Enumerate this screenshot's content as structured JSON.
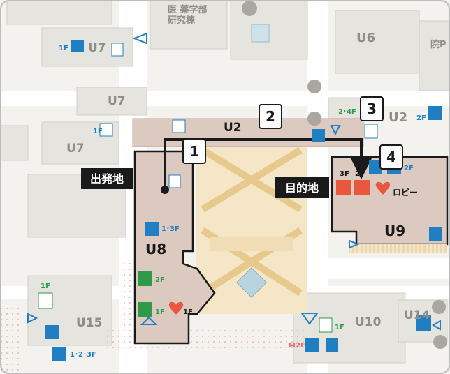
{
  "colors": {
    "ground": "#f3f2ef",
    "building_gray": "#e6e4df",
    "building_gray_edge": "#d2cfc8",
    "highlight_building": "#dcc9c0",
    "highlight_edge": "#1a1a1a",
    "plaza": "#f5e6c7",
    "plaza_stripe": "#e7c98e",
    "accessible_blue": "#1f7fc2",
    "toilet_green": "#2e9a4a",
    "route_black": "#1a1a1a",
    "path_pink": "#e56f6f",
    "frame": "#bcbcbc"
  },
  "labels": {
    "building_top": "医 薬学部",
    "building_top2": "研究棟",
    "u6": "U6",
    "u7a": "U7",
    "u7b": "U7",
    "u7c": "U7",
    "u2a": "U2",
    "u2b": "U2",
    "u8": "U8",
    "u9": "U9",
    "u10": "U10",
    "u14": "U14",
    "u15": "U15",
    "in_label": "院P",
    "start": "出発地",
    "destination": "目的地",
    "lobby": "ロビー"
  },
  "steps": [
    "1",
    "2",
    "3",
    "4"
  ],
  "floor_tags": {
    "u7_1f": "1F",
    "u7_1f_b": "1F",
    "u2_24f": "2･4F",
    "u2_2f": "2F",
    "u8_13f": "1･3F",
    "u8_2f": "2F",
    "u8_1f": "1F",
    "u8_1f_b": "1F",
    "u9_3f": "3F",
    "u9_2f_a": "2F",
    "u9_2f_b": "2F",
    "u15_1f": "1F",
    "u15_123f": "1･2･3F",
    "u10_1f": "1F",
    "u10_m2f": "M2F"
  },
  "icons": [
    "wheelchair-elevator-icon",
    "accessible-toilet-icon",
    "toilet-icon",
    "aed-icon",
    "first-aid-icon",
    "bicycle-icon",
    "arrow-icon"
  ]
}
